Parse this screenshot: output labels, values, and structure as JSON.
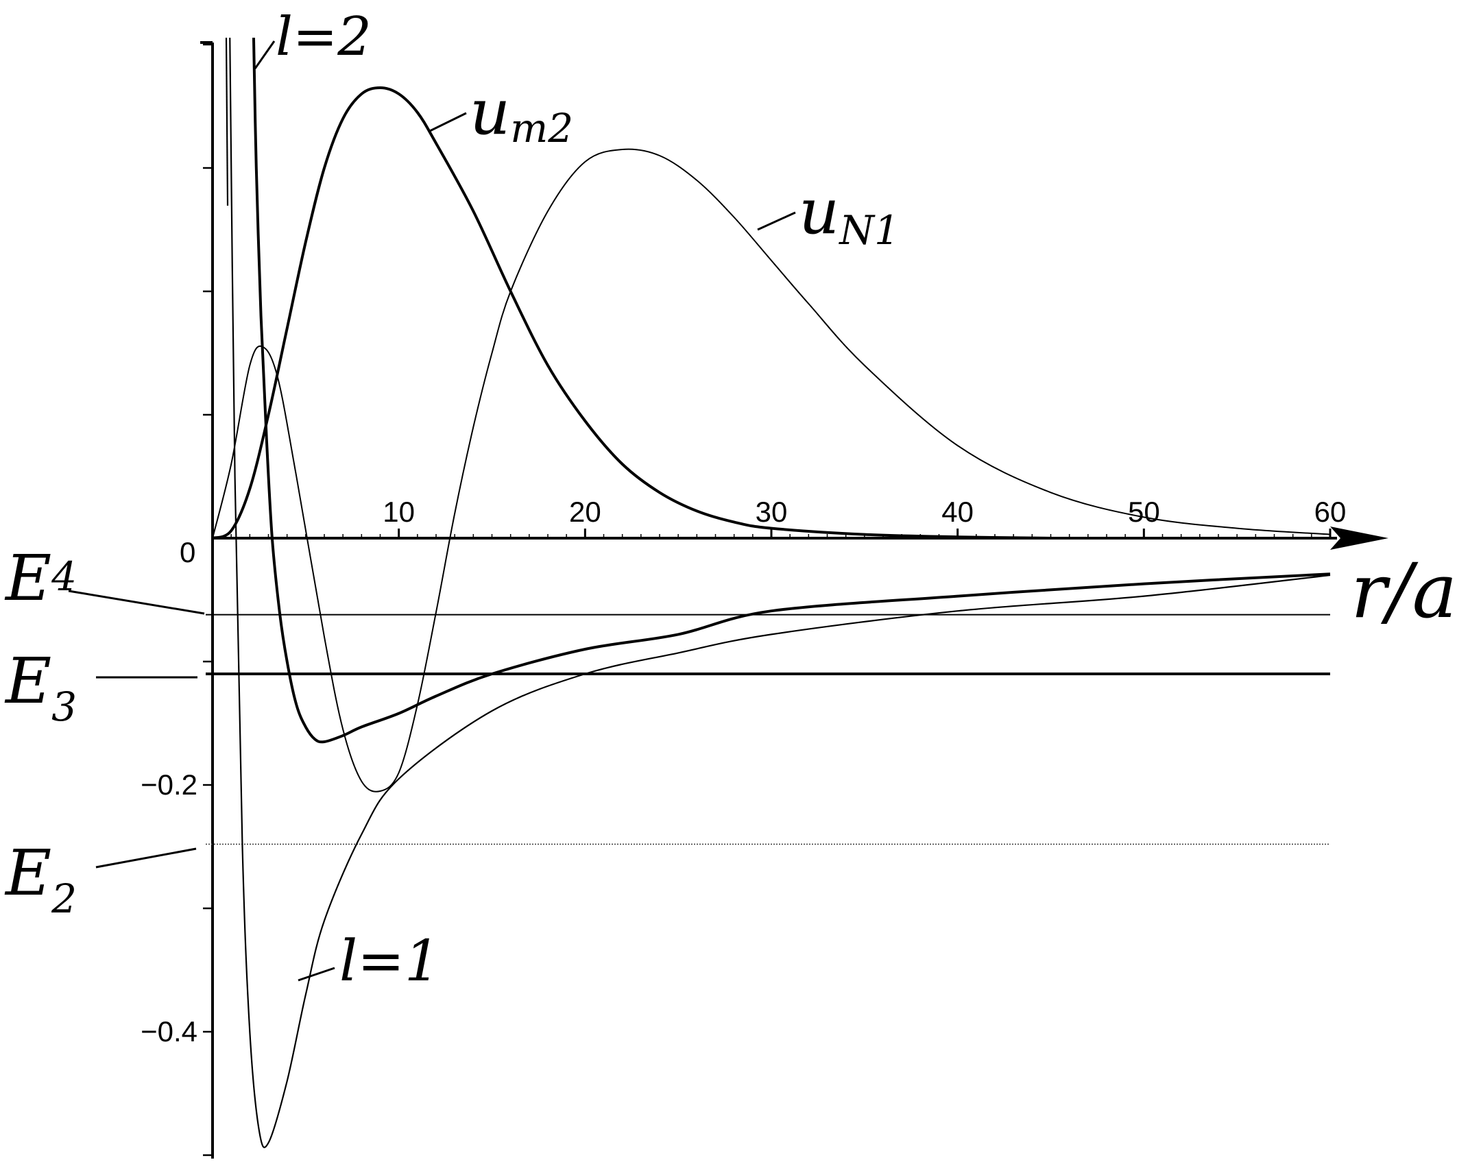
{
  "chart_data": {
    "type": "line",
    "xlabel": "r/a",
    "ylabel": "",
    "xlim": [
      0,
      60
    ],
    "ylim": [
      -0.5,
      0.4
    ],
    "x_ticks": [
      10,
      20,
      30,
      40,
      50,
      60
    ],
    "y_ticks": [
      -0.4,
      -0.2,
      0
    ],
    "x_tick_labels": [
      "10",
      "20",
      "30",
      "40",
      "50",
      "60"
    ],
    "y_tick_labels": [
      "-0.4",
      "-0.2",
      "0"
    ],
    "energy_levels": [
      {
        "name": "E4",
        "value": -0.062
      },
      {
        "name": "E3",
        "value": -0.11
      },
      {
        "name": "E2",
        "value": -0.248
      }
    ],
    "series": [
      {
        "name": "l=1",
        "stroke": "#000000",
        "x": [
          0.9,
          1.2,
          1.6,
          2.0,
          2.5,
          3.0,
          4.0,
          5.0,
          6.0,
          8.0,
          10.0,
          15.0,
          20.0,
          25.0,
          30.0,
          40.0,
          50.0,
          60.0
        ],
        "y": [
          0.45,
          0.05,
          -0.25,
          -0.4,
          -0.48,
          -0.49,
          -0.44,
          -0.37,
          -0.31,
          -0.24,
          -0.195,
          -0.14,
          -0.11,
          -0.093,
          -0.078,
          -0.059,
          -0.047,
          -0.03
        ]
      },
      {
        "name": "l=2",
        "stroke": "#000000",
        "x": [
          2.2,
          2.35,
          2.6,
          2.9,
          3.2,
          3.6,
          4.0,
          4.5,
          5.0,
          5.5,
          6.0,
          7.0,
          8.0,
          10.0,
          12.0,
          15.0,
          20.0,
          25.0,
          30.0,
          40.0,
          50.0,
          60.0
        ],
        "y": [
          0.41,
          0.3,
          0.18,
          0.08,
          0.0,
          -0.06,
          -0.1,
          -0.135,
          -0.153,
          -0.163,
          -0.165,
          -0.16,
          -0.153,
          -0.142,
          -0.128,
          -0.11,
          -0.09,
          -0.078,
          -0.059,
          -0.047,
          -0.037,
          -0.029
        ]
      },
      {
        "name": "u_m2",
        "stroke": "#000000",
        "x": [
          0,
          1,
          2,
          3,
          4,
          5,
          6,
          7,
          8,
          9,
          10,
          11,
          12,
          14,
          16,
          18,
          20,
          22,
          24,
          26,
          28,
          30,
          35,
          40,
          45
        ],
        "y": [
          0.0,
          0.006,
          0.04,
          0.1,
          0.17,
          0.24,
          0.3,
          0.34,
          0.36,
          0.365,
          0.36,
          0.345,
          0.32,
          0.265,
          0.2,
          0.14,
          0.095,
          0.06,
          0.037,
          0.022,
          0.013,
          0.008,
          0.003,
          0.001,
          0.0
        ]
      },
      {
        "name": "u_N1",
        "stroke": "#555555",
        "x": [
          0,
          1,
          2,
          2.7,
          3.5,
          4.5,
          6,
          7,
          8,
          9,
          10,
          11,
          12,
          13,
          14,
          15,
          16,
          18,
          20,
          22,
          24,
          26,
          28,
          30,
          32,
          35,
          40,
          45,
          50,
          55,
          60
        ],
        "y": [
          0.0,
          0.06,
          0.14,
          0.155,
          0.13,
          0.05,
          -0.08,
          -0.155,
          -0.197,
          -0.205,
          -0.19,
          -0.135,
          -0.06,
          0.02,
          0.09,
          0.15,
          0.2,
          0.265,
          0.305,
          0.315,
          0.31,
          0.29,
          0.26,
          0.225,
          0.19,
          0.14,
          0.075,
          0.037,
          0.017,
          0.008,
          0.003
        ]
      }
    ]
  },
  "labels": {
    "zero": "0",
    "xlabel": "r/a",
    "l2": "l=2",
    "l1": "l=1",
    "um2": "u",
    "um2_sub": "m2",
    "uN1": "u",
    "uN1_sub": "N1",
    "E4": "E",
    "E4_sub": "4",
    "E3": "E",
    "E3_sub": "3",
    "E2": "E",
    "E2_sub": "2"
  }
}
